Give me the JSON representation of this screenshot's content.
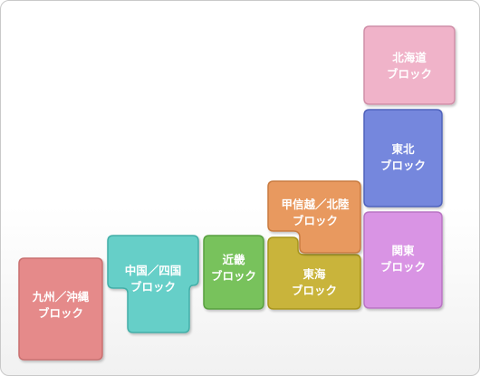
{
  "regions": {
    "kyushu": {
      "line1": "九州／沖縄",
      "line2": "ブロック",
      "fill": "#e58a8a",
      "stroke": "#c96f6f"
    },
    "chugoku": {
      "line1": "中国／四国",
      "line2": "ブロック",
      "fill": "#66cfc8",
      "stroke": "#43aea7"
    },
    "kinki": {
      "line1": "近畿",
      "line2": "ブロック",
      "fill": "#78c25c",
      "stroke": "#589f3f"
    },
    "tokai": {
      "line1": "東海",
      "line2": "ブロック",
      "fill": "#c9b43a",
      "stroke": "#a8951f"
    },
    "koshinetsu": {
      "line1": "甲信越／北陸",
      "line2": "ブロック",
      "fill": "#e8995f",
      "stroke": "#c97b40"
    },
    "kanto": {
      "line1": "関東",
      "line2": "ブロック",
      "fill": "#d994e4",
      "stroke": "#b974c4"
    },
    "tohoku": {
      "line1": "東北",
      "line2": "ブロック",
      "fill": "#7587dd",
      "stroke": "#4f62bb"
    },
    "hokkaido": {
      "line1": "北海道",
      "line2": "ブロック",
      "fill": "#f0b3c9",
      "stroke": "#d08fa8"
    }
  }
}
